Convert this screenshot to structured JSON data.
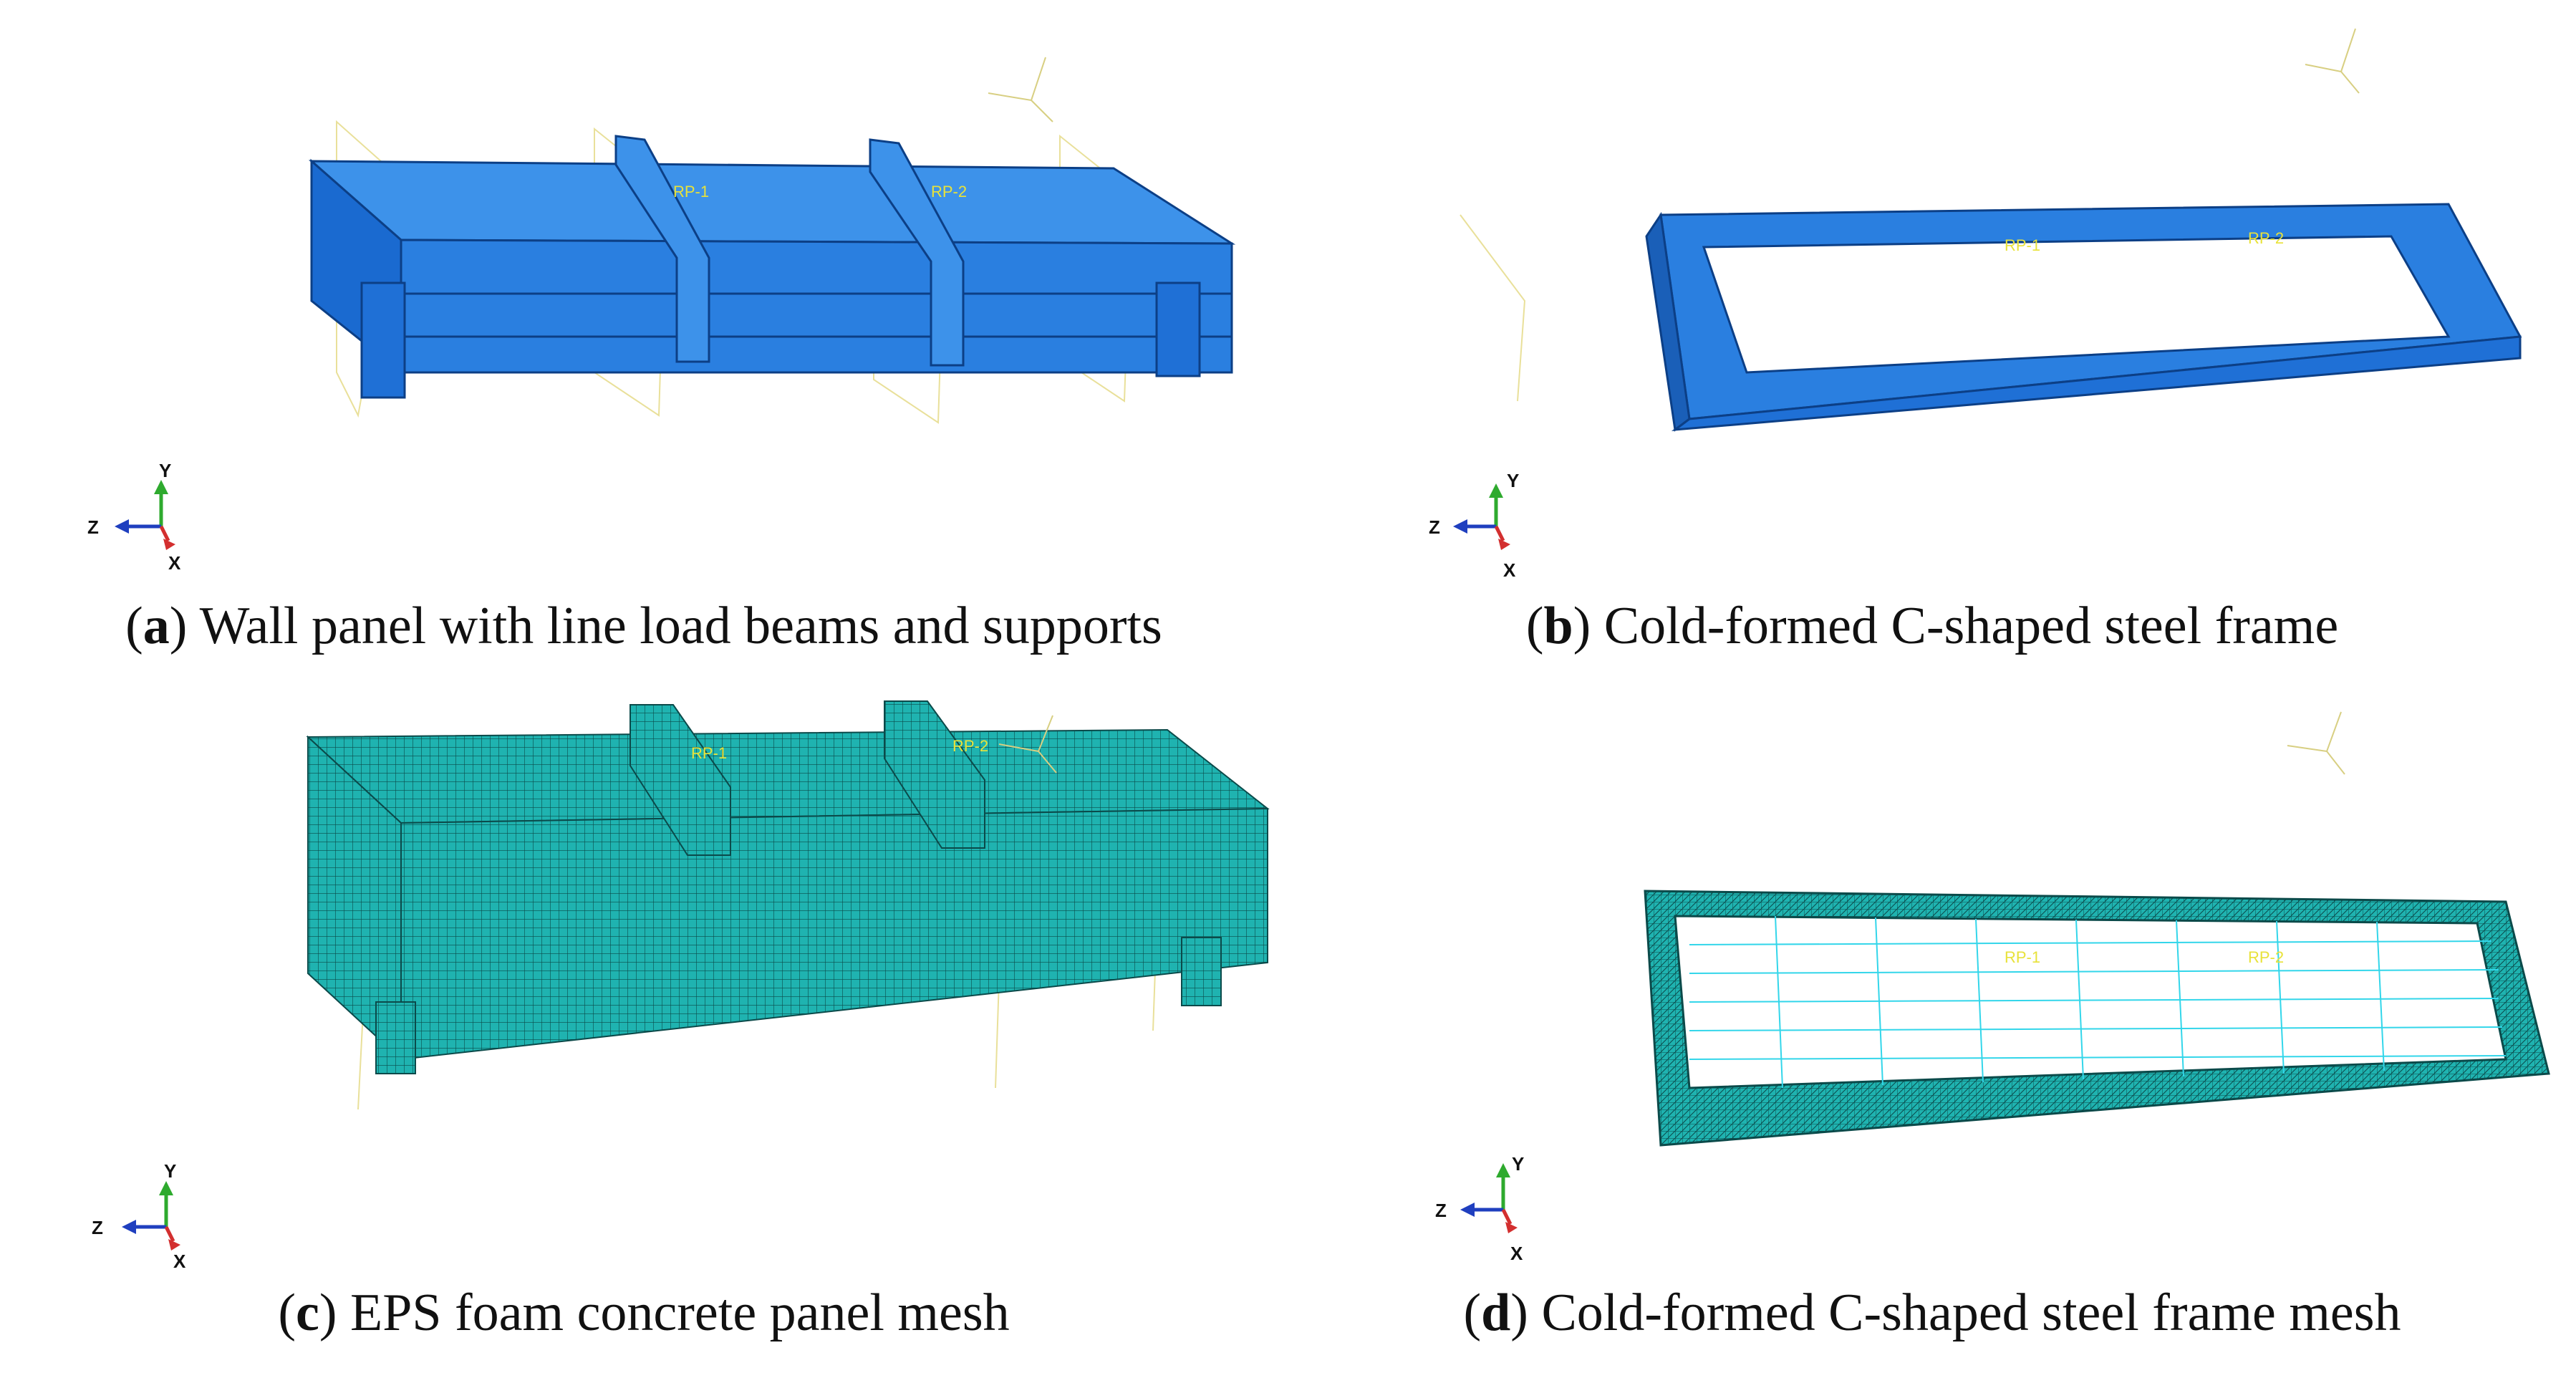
{
  "panels": [
    {
      "id": "a",
      "letter": "a",
      "caption": "Wall panel with line load beams and supports",
      "rp1": "RP-1",
      "rp2": "RP-2"
    },
    {
      "id": "b",
      "letter": "b",
      "caption": "Cold-formed C-shaped steel frame",
      "rp1": "RP-1",
      "rp2": "RP-2"
    },
    {
      "id": "c",
      "letter": "c",
      "caption": "EPS foam concrete panel mesh",
      "rp1": "RP-1",
      "rp2": "RP-2"
    },
    {
      "id": "d",
      "letter": "d",
      "caption": "Cold-formed C-shaped steel frame mesh",
      "rp1": "RP-1",
      "rp2": "RP-2"
    }
  ],
  "triad": {
    "x": "X",
    "y": "Y",
    "z": "Z"
  },
  "colors": {
    "model_blue": "#2a7fe0",
    "model_blue_dark": "#1a5fb8",
    "mesh_teal": "#1fb3b0",
    "mesh_line": "#0b4a4a",
    "rp_label": "#e8e23a",
    "wire_yellow": "#e9e09a",
    "axis_red": "#d32f2f",
    "axis_green": "#2eaa2e",
    "axis_blue": "#1f3fbf"
  }
}
